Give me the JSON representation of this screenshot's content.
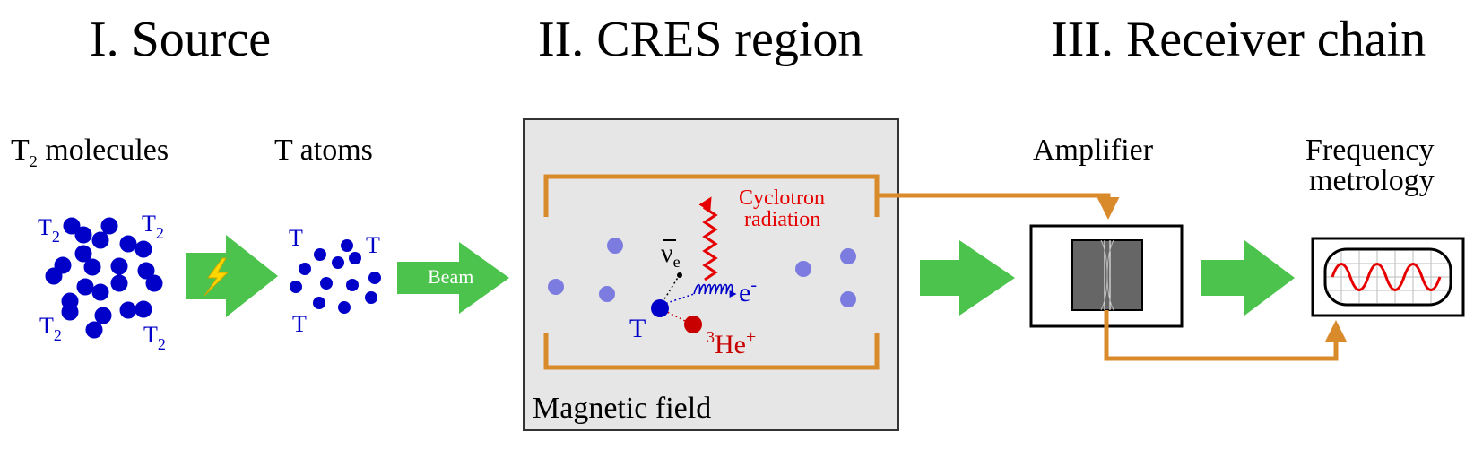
{
  "sections": {
    "source": "I.  Source",
    "cres": "II. CRES region",
    "receiver": "III. Receiver chain"
  },
  "source": {
    "molecules_label": "T",
    "molecules_sub": "2",
    "molecules_suffix": " molecules",
    "atoms_label": "T atoms",
    "t2": "T",
    "t2_sub": "2",
    "t": "T",
    "beam": "Beam"
  },
  "cres": {
    "cyclotron_line1": "Cyclotron",
    "cyclotron_line2": "radiation",
    "neutrino": "ν",
    "neutrino_sub": "e",
    "electron": "e",
    "electron_sup": "-",
    "tritium": "T",
    "helium_sup": "3",
    "helium": "He",
    "helium_charge": "+",
    "magnetic_field": "Magnetic field"
  },
  "receiver": {
    "amplifier": "Amplifier",
    "freq_line1": "Frequency",
    "freq_line2": "metrology"
  },
  "colors": {
    "molecule_blue": "#0000c8",
    "arrow_green": "#4cc34c",
    "wire_orange": "#d98a2b",
    "radiation_red": "#e60000",
    "helium_red": "#c80000",
    "atom_lavender": "#7c7ce0",
    "box_gray": "#e6e6e6",
    "amp_gray": "#666666",
    "lightning_yellow": "#ffd700"
  },
  "icons": [
    "lightning-icon",
    "amplifier-icon",
    "oscilloscope-icon"
  ]
}
